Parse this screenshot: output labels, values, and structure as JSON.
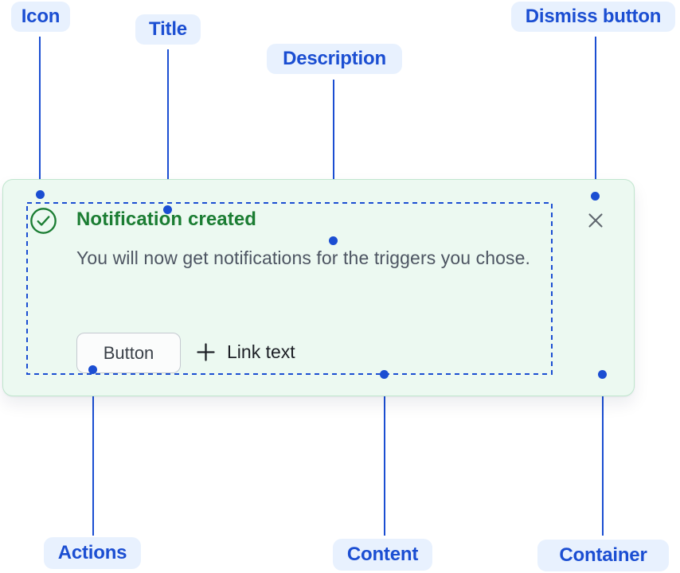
{
  "annotations": {
    "icon": "Icon",
    "title": "Title",
    "description": "Description",
    "dismiss": "Dismiss button",
    "actions": "Actions",
    "content": "Content",
    "container": "Container"
  },
  "notification": {
    "title": "Notification created",
    "description": "You will now get notifications for the triggers you chose.",
    "button_label": "Button",
    "link_label": "Link text",
    "icons": {
      "status": "check-circle-icon",
      "link_prefix": "plus-icon",
      "dismiss": "cross-icon"
    }
  },
  "colors": {
    "annotation_blue": "#1b4ed2",
    "annotation_pill_bg": "#e8f1fe",
    "card_background": "#ecf9f1",
    "card_border": "#c0e6ce",
    "success_green": "#1b7d33",
    "description_gray": "#4d5562",
    "dismiss_gray": "#5f666e",
    "action_text": "#1d2026",
    "button_background": "#fbfcfc",
    "button_border": "#c4c9d0"
  }
}
